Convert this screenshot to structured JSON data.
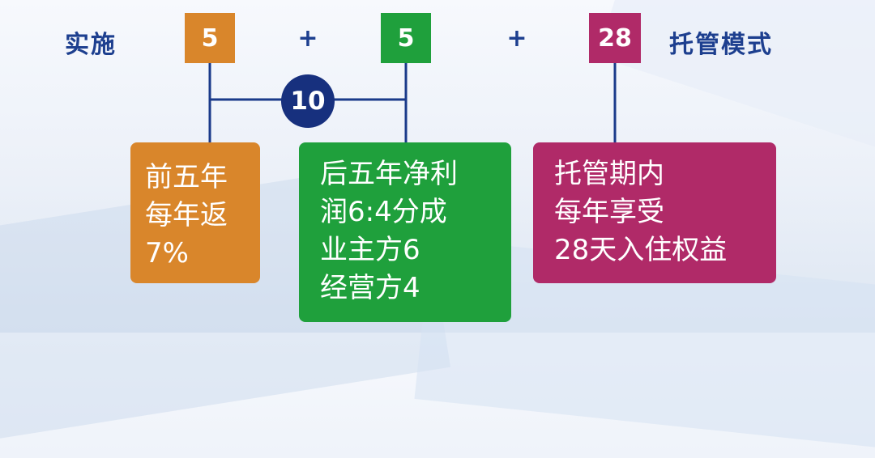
{
  "diagram": {
    "label_start": "实施",
    "label_end": "托管模式",
    "operator": "+",
    "numbers": {
      "first": "5",
      "second": "5",
      "third": "28",
      "sum": "10"
    },
    "boxes": {
      "first": {
        "lines": [
          "前五年",
          "每年返",
          "7%"
        ]
      },
      "second": {
        "lines": [
          "后五年净利",
          "润6:4分成",
          "业主方6",
          "经营方4"
        ]
      },
      "third": {
        "lines": [
          "托管期内",
          "每年享受",
          "28天入住权益"
        ]
      }
    },
    "colors": {
      "orange": "#d9862b",
      "green": "#1fa03c",
      "magenta": "#b02a68",
      "navy": "#17307e",
      "label_blue": "#1d3f8f"
    }
  }
}
